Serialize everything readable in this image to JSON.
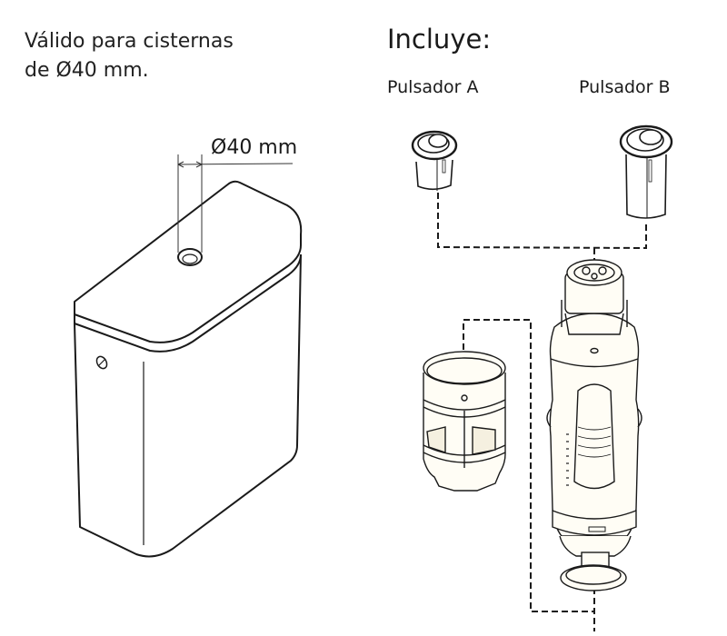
{
  "left_panel": {
    "compatibility_line1": "Válido para cisternas",
    "compatibility_line2": "de Ø40 mm.",
    "dimension_label": "Ø40 mm",
    "illustration": "cistern-tank-with-40mm-hole"
  },
  "right_panel": {
    "heading": "Incluye:",
    "items": [
      {
        "label": "Pulsador A",
        "illustration": "push-button-short"
      },
      {
        "label": "Pulsador B",
        "illustration": "push-button-long"
      },
      {
        "label": "",
        "illustration": "adapter-cage"
      },
      {
        "label": "",
        "illustration": "flush-valve"
      }
    ]
  },
  "colors": {
    "line": "#1a1a1a",
    "background": "#ffffff",
    "part_fill": "#fffdf5"
  }
}
